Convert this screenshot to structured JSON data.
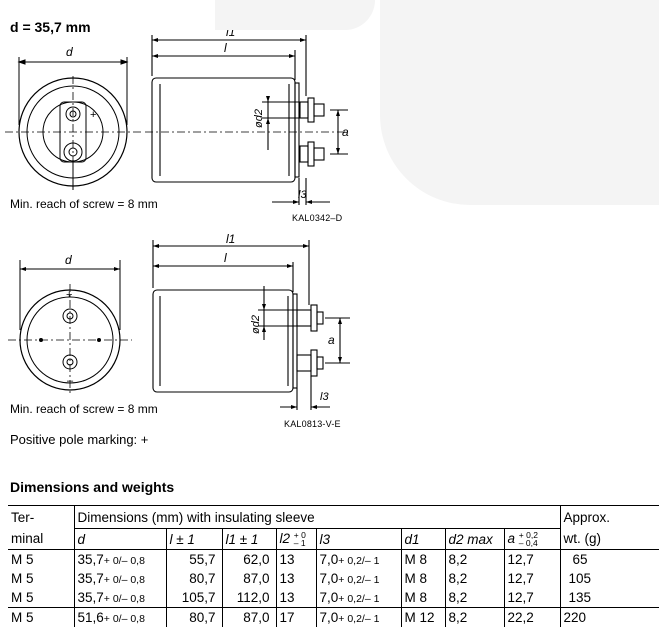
{
  "header": {
    "d_value": "d = 35,7 mm"
  },
  "drawing1": {
    "label_d": "d",
    "label_l1": "l1",
    "label_l": "l",
    "label_d2": "ød2",
    "label_a": "a",
    "label_l3": "l3",
    "caption": "Min. reach of screw = 8 mm",
    "code": "KAL0342–D"
  },
  "drawing2": {
    "label_d": "d",
    "label_l1": "l1",
    "label_l": "l",
    "label_d2": "ød2",
    "label_a": "a",
    "label_l3": "l3",
    "caption": "Min. reach of screw = 8 mm",
    "code": "KAL0813-V-E"
  },
  "polarity_note": "Positive pole marking: +",
  "section_title": "Dimensions and weights",
  "table": {
    "h_terminal_1": "Ter-",
    "h_terminal_2": "minal",
    "h_dims": "Dimensions (mm) with insulating sleeve",
    "h_weight_1": "Approx.",
    "h_weight_2": "wt. (g)",
    "h_d": "d",
    "h_l": "l ± 1",
    "h_l1": "l1 ± 1",
    "h_l2": "l2",
    "h_l2_up": "+ 0",
    "h_l2_dn": "– 1",
    "h_l3": "l3",
    "h_d1": "d1",
    "h_d2": "d2 max",
    "h_a": "a",
    "h_a_up": "+ 0,2",
    "h_a_dn": "– 0,4",
    "rows": [
      {
        "terminal": "M 5",
        "d": "35,7",
        "d_tol": "+ 0/– 0,8",
        "l": "55,7",
        "l1": "62,0",
        "l2": "13",
        "l3": "7,0",
        "l3_tol": "+ 0,2/– 1",
        "d1": "M 8",
        "d2": "8,2",
        "a": "12,7",
        "weight": "65"
      },
      {
        "terminal": "M 5",
        "d": "35,7",
        "d_tol": "+ 0/– 0,8",
        "l": "80,7",
        "l1": "87,0",
        "l2": "13",
        "l3": "7,0",
        "l3_tol": "+ 0,2/– 1",
        "d1": "M 8",
        "d2": "8,2",
        "a": "12,7",
        "weight": "105"
      },
      {
        "terminal": "M 5",
        "d": "35,7",
        "d_tol": "+ 0/– 0,8",
        "l": "105,7",
        "l1": "112,0",
        "l2": "13",
        "l3": "7,0",
        "l3_tol": "+ 0,2/– 1",
        "d1": "M 8",
        "d2": "8,2",
        "a": "12,7",
        "weight": "135"
      },
      {
        "terminal": "M 5",
        "d": "51,6",
        "d_tol": "+ 0/– 0,8",
        "l": "80,7",
        "l1": "87,0",
        "l2": "17",
        "l3": "7,0",
        "l3_tol": "+ 0,2/– 1",
        "d1": "M 12",
        "d2": "8,2",
        "a": "22,2",
        "weight": "220"
      }
    ]
  }
}
